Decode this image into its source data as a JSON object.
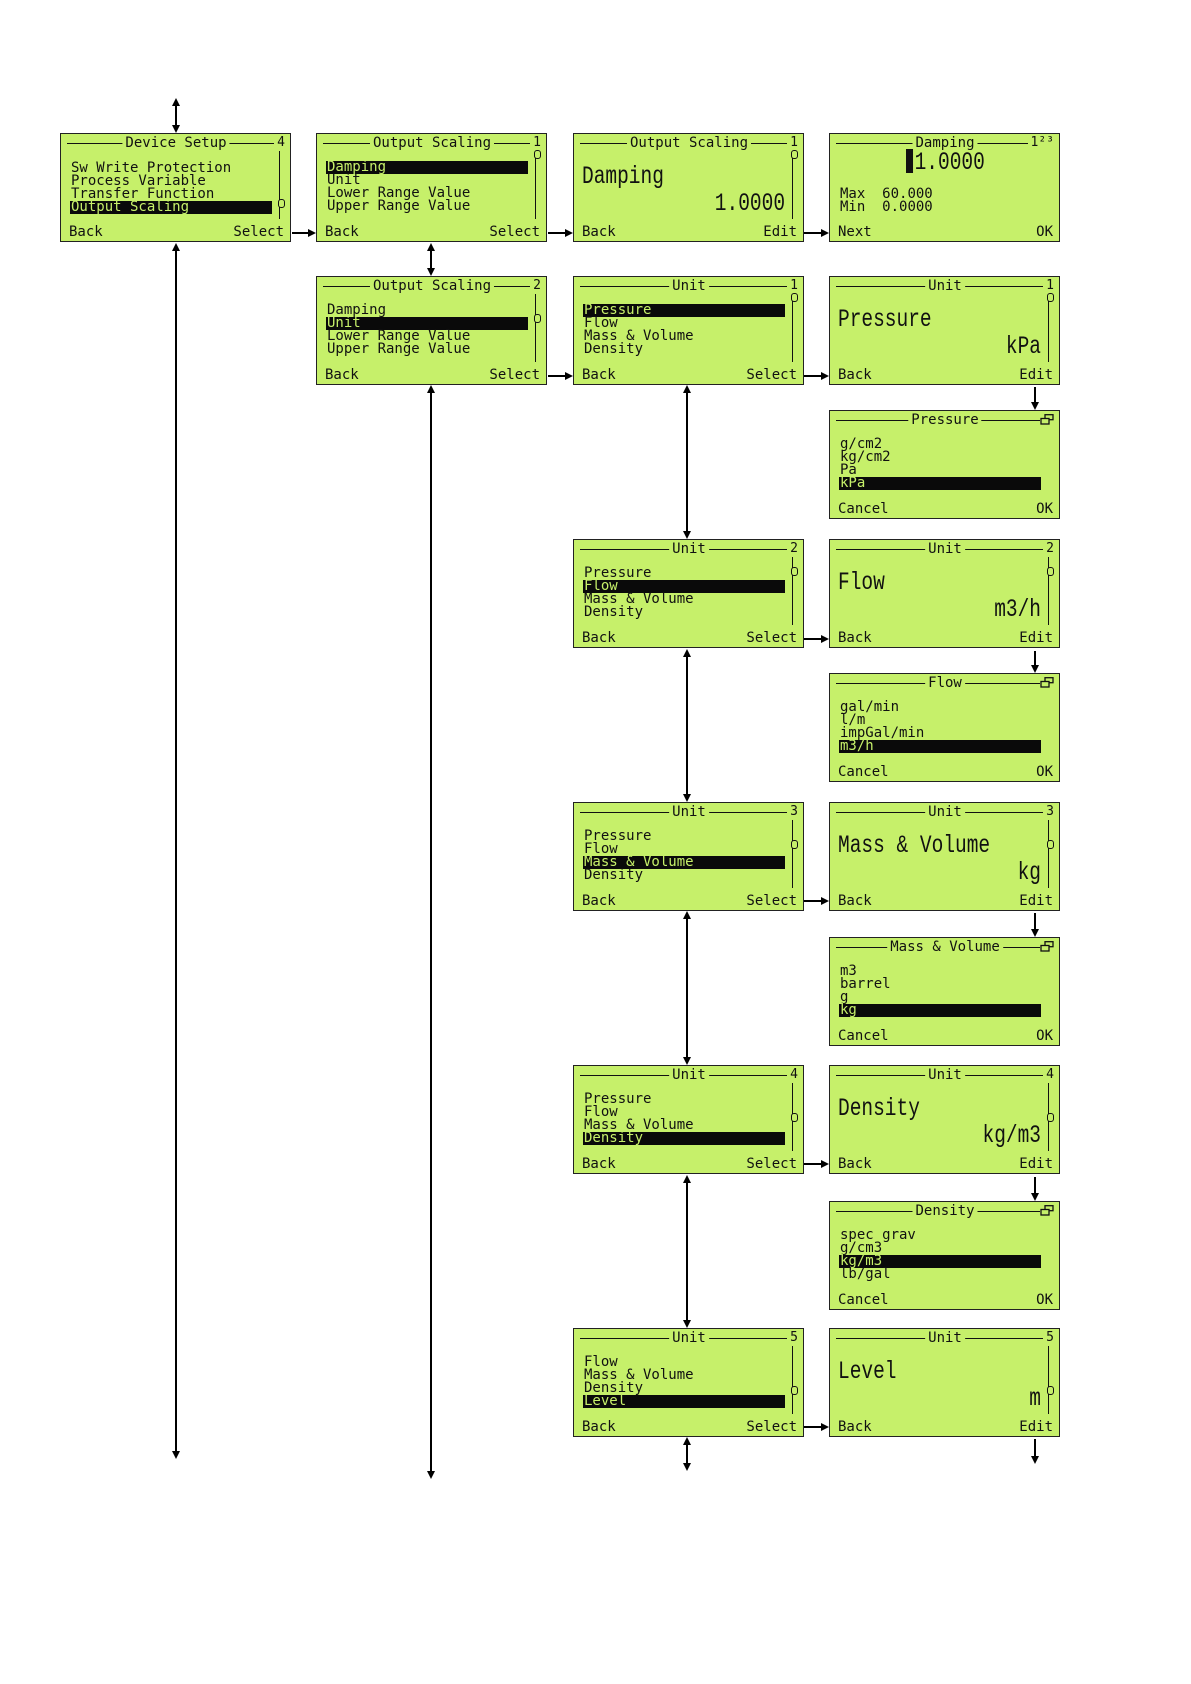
{
  "colors": {
    "lcd_background": "#c6f06a",
    "lcd_text": "#111111",
    "highlight": "#0a0a0a"
  },
  "icons": {
    "arrows": "arrow-line",
    "list_icon": "list-select-icon",
    "scroll_knob": "scroll-knob-icon"
  },
  "device_setup": {
    "title": "Device Setup",
    "num": "4",
    "items": [
      "Sw Write Protection",
      "Process Variable",
      "Transfer Function",
      "Output Scaling"
    ],
    "selected": 3,
    "back": "Back",
    "select": "Select"
  },
  "output_scaling_1": {
    "title": "Output Scaling",
    "num": "1",
    "items": [
      "Damping",
      "Unit",
      "Lower Range Value",
      "Upper Range Value"
    ],
    "selected": 0,
    "back": "Back",
    "select": "Select"
  },
  "output_scaling_2": {
    "title": "Output Scaling",
    "num": "2",
    "items": [
      "Damping",
      "Unit",
      "Lower Range Value",
      "Upper Range Value"
    ],
    "selected": 1,
    "back": "Back",
    "select": "Select"
  },
  "damping_view": {
    "title": "Output Scaling",
    "num": "1",
    "label": "Damping",
    "value": "1.0000",
    "back": "Back",
    "edit": "Edit"
  },
  "damping_edit": {
    "title": "Damping",
    "num": "1²³",
    "cursor_char": "1",
    "value_rest": ".0000",
    "max_label": "Max",
    "max_value": "60.000",
    "min_label": "Min",
    "min_value": "0.0000",
    "next": "Next",
    "ok": "OK"
  },
  "unit_menus": [
    {
      "title": "Unit",
      "num": "1",
      "items": [
        "Pressure",
        "Flow",
        "Mass & Volume",
        "Density"
      ],
      "selected": 0,
      "back": "Back",
      "select": "Select"
    },
    {
      "title": "Unit",
      "num": "2",
      "items": [
        "Pressure",
        "Flow",
        "Mass & Volume",
        "Density"
      ],
      "selected": 1,
      "back": "Back",
      "select": "Select"
    },
    {
      "title": "Unit",
      "num": "3",
      "items": [
        "Pressure",
        "Flow",
        "Mass & Volume",
        "Density"
      ],
      "selected": 2,
      "back": "Back",
      "select": "Select"
    },
    {
      "title": "Unit",
      "num": "4",
      "items": [
        "Pressure",
        "Flow",
        "Mass & Volume",
        "Density"
      ],
      "selected": 3,
      "back": "Back",
      "select": "Select"
    },
    {
      "title": "Unit",
      "num": "5",
      "items": [
        "Flow",
        "Mass & Volume",
        "Density",
        "Level"
      ],
      "selected": 3,
      "back": "Back",
      "select": "Select"
    }
  ],
  "unit_views": [
    {
      "title": "Unit",
      "num": "1",
      "label": "Pressure",
      "value": "kPa",
      "back": "Back",
      "edit": "Edit"
    },
    {
      "title": "Unit",
      "num": "2",
      "label": "Flow",
      "value": "m3/h",
      "back": "Back",
      "edit": "Edit"
    },
    {
      "title": "Unit",
      "num": "3",
      "label": "Mass & Volume",
      "value": "kg",
      "back": "Back",
      "edit": "Edit"
    },
    {
      "title": "Unit",
      "num": "4",
      "label": "Density",
      "value": "kg/m3",
      "back": "Back",
      "edit": "Edit"
    },
    {
      "title": "Unit",
      "num": "5",
      "label": "Level",
      "value": "m",
      "back": "Back",
      "edit": "Edit"
    }
  ],
  "unit_selects": [
    {
      "title": "Pressure",
      "items": [
        "g/cm2",
        "kg/cm2",
        "Pa",
        "kPa"
      ],
      "selected": 3,
      "cancel": "Cancel",
      "ok": "OK"
    },
    {
      "title": "Flow",
      "items": [
        "gal/min",
        "l/m",
        "impGal/min",
        "m3/h"
      ],
      "selected": 3,
      "cancel": "Cancel",
      "ok": "OK"
    },
    {
      "title": "Mass & Volume",
      "items": [
        "m3",
        "barrel",
        "g",
        "kg"
      ],
      "selected": 3,
      "cancel": "Cancel",
      "ok": "OK"
    },
    {
      "title": "Density",
      "items": [
        "spec grav",
        "g/cm3",
        "kg/m3",
        "lb/gal"
      ],
      "selected": 2,
      "cancel": "Cancel",
      "ok": "OK"
    }
  ]
}
